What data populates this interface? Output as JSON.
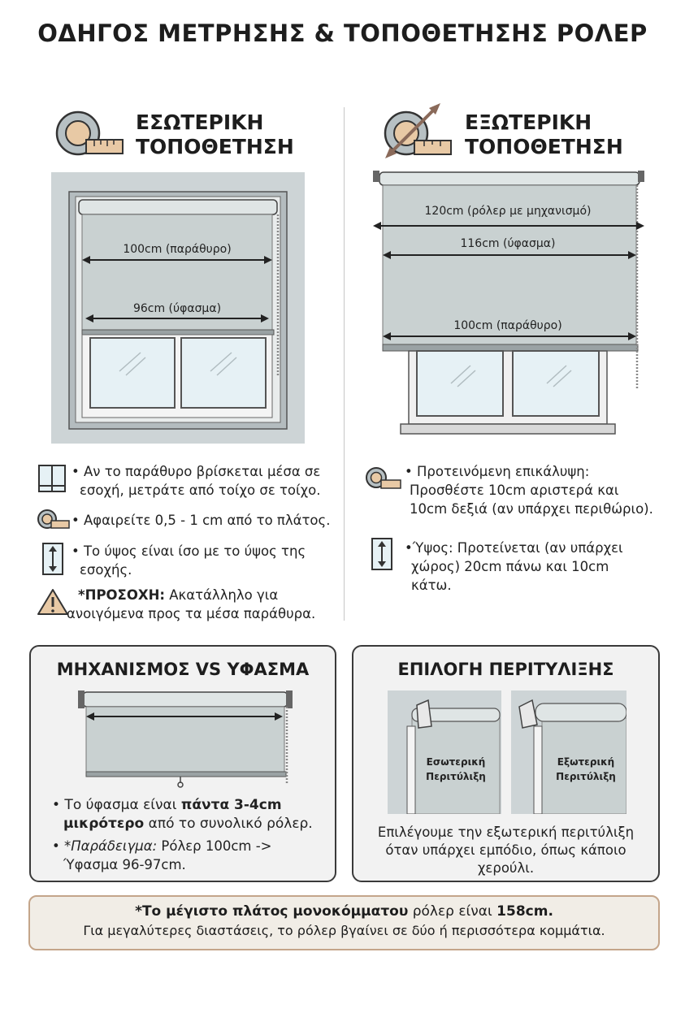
{
  "page_title": "ΟΔΗΓΟΣ ΜΕΤΡΗΣΗΣ & ΤΟΠΟΘΕΤΗΣΗΣ ΡΟΛΕΡ",
  "colors": {
    "fabric": "#c9d1d1",
    "wall": "#cdd4d6",
    "tape": "#e8c9a5",
    "accent_border": "#c4a58a"
  },
  "inside": {
    "title_line1": "ΕΣΩΤΕΡΙΚΗ",
    "title_line2": "ΤΟΠΟΘΕΤΗΣΗ",
    "icon": "tape-measure-icon",
    "dim_window": "100cm (παράθυρο)",
    "dim_fabric": "96cm (ύφασμα)",
    "bullets": [
      {
        "icon": "window-icon",
        "line1": "• Αν το παράθυρο βρίσκεται μέσα σε",
        "line2": "εσοχή, μετράτε από τοίχο σε τοίχο."
      },
      {
        "icon": "tape-measure-icon",
        "line1": "• Αφαιρείτε 0,5 - 1 cm από το πλάτος.",
        "line2": ""
      },
      {
        "icon": "height-arrow-icon",
        "line1": "• Το ύψος είναι ίσο με το ύψος της",
        "line2": "εσοχής."
      },
      {
        "icon": "warning-icon",
        "bold": "*ΠΡΟΣΟΧΗ:",
        "line1": " Ακατάλληλο για",
        "line2": "ανοιγόμενα προς τα μέσα παράθυρα."
      }
    ]
  },
  "outside": {
    "title_line1": "ΕΞΩΤΕΡΙΚΗ",
    "title_line2": "ΤΟΠΟΘΕΤΗΣΗ",
    "icon": "tape-measure-diagonal-icon",
    "dim_roller": "120cm (ρόλερ με μηχανισμό)",
    "dim_fabric": "116cm (ύφασμα)",
    "dim_window": "100cm (παράθυρο)",
    "bullets": [
      {
        "icon": "tape-measure-icon",
        "line1": "• Προτεινόμενη επικάλυψη:",
        "line2": "Προσθέστε 10cm αριστερά και",
        "line3": "10cm δεξιά (αν υπάρχει περιθώριο)."
      },
      {
        "icon": "height-arrow-icon",
        "line1": "•Ύψος: Προτείνεται (αν υπάρχει",
        "line2": "χώρος) 20cm πάνω και 10cm",
        "line3": "κάτω."
      }
    ]
  },
  "mechanism": {
    "title": "ΜΗΧΑΝΙΣΜΟΣ VS ΥΦΑΣΜΑ",
    "b1_pre": "• Το ύφασμα είναι ",
    "b1_bold1": "πάντα 3-4cm",
    "b1_bold2": "μικρότερο",
    "b1_post": " από το συνολικό ρόλερ.",
    "b2_italic": "• *Παράδειγμα:",
    "b2_rest1": " Ρόλερ 100cm ->",
    "b2_rest2": "Ύφασμα 96-97cm."
  },
  "wrap": {
    "title": "ΕΠΙΛΟΓΗ ΠΕΡΙΤΥΛΙΞΗΣ",
    "inner_l1": "Εσωτερική",
    "inner_l2": "Περιτύλιξη",
    "outer_l1": "Εξωτερική",
    "outer_l2": "Περιτύλιξη",
    "desc_l1": "Επιλέγουμε την εξωτερική περιτύλιξη",
    "desc_l2": "όταν υπάρχει εμπόδιο, όπως κάποιο",
    "desc_l3": "χερούλι."
  },
  "note": {
    "bold1": "*Το μέγιστο πλάτος μονοκόμματου",
    "plain1": " ρόλερ είναι ",
    "bold2": "158cm.",
    "line2": "Για μεγαλύτερες διαστάσεις, το ρόλερ βγαίνει σε δύο ή περισσότερα κομμάτια."
  }
}
